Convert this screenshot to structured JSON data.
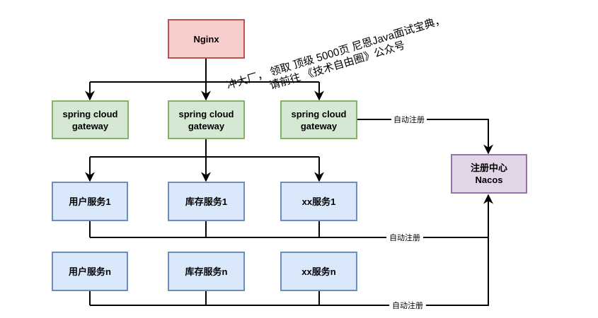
{
  "colors": {
    "nginx_fill": "#f8cecc",
    "nginx_stroke": "#b85450",
    "gateway_fill": "#d5e8d4",
    "gateway_stroke": "#82b366",
    "service_fill": "#dae8fc",
    "service_stroke": "#6c8ebf",
    "nacos_fill": "#e1d5e7",
    "nacos_stroke": "#9673a6",
    "edge": "#000000"
  },
  "nodes": {
    "nginx": {
      "label": "Nginx"
    },
    "gateway1": {
      "line1": "spring cloud",
      "line2": "gateway"
    },
    "gateway2": {
      "line1": "spring cloud",
      "line2": "gateway"
    },
    "gateway3": {
      "line1": "spring cloud",
      "line2": "gateway"
    },
    "nacos": {
      "line1": "注册中心",
      "line2": "Nacos"
    },
    "user_service_1": {
      "label": "用户服务1"
    },
    "stock_service_1": {
      "label": "库存服务1"
    },
    "xx_service_1": {
      "label": "xx服务1"
    },
    "user_service_n": {
      "label": "用户服务n"
    },
    "stock_service_n": {
      "label": "库存服务n"
    },
    "xx_service_n": {
      "label": "xx服务n"
    }
  },
  "edge_labels": {
    "gateway_register": "自动注册",
    "services1_register": "自动注册",
    "servicesn_register": "自动注册"
  },
  "watermark": {
    "line1": "冲大厂， 领取 顶级  5000页 尼恩Java面试宝典，",
    "line2": "请前往 《技术自由圈》公众号"
  }
}
